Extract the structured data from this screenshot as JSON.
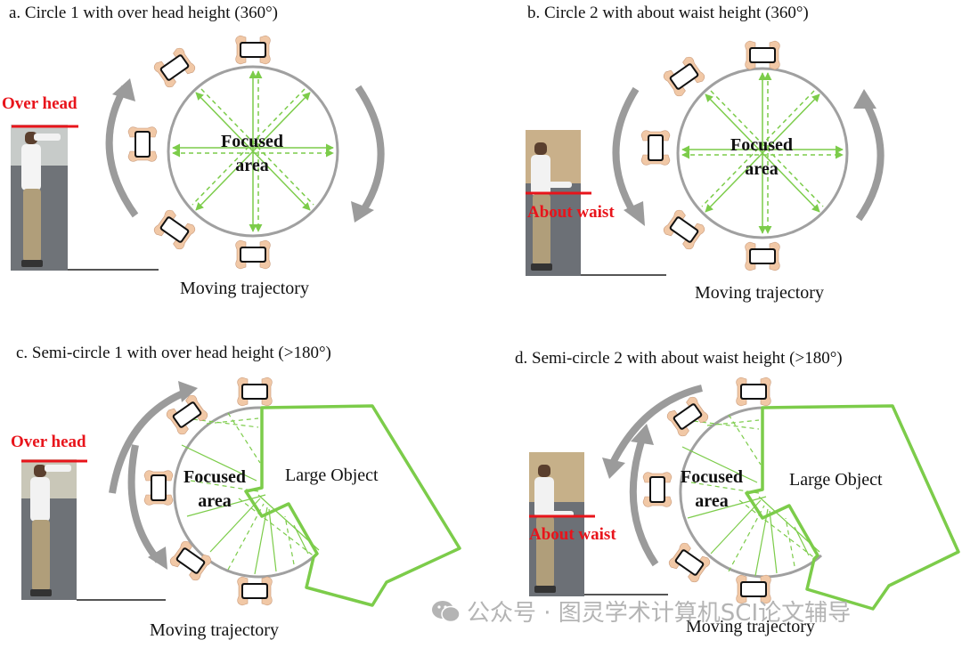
{
  "panels": {
    "a": {
      "title": "a. Circle 1 with over head height (360°)",
      "height_label": "Over head",
      "focused_label": [
        "Focused",
        "area"
      ],
      "trajectory_label": "Moving trajectory"
    },
    "b": {
      "title": "b. Circle 2 with about waist height (360°)",
      "height_label": "About waist",
      "focused_label": [
        "Focused",
        "area"
      ],
      "trajectory_label": "Moving trajectory"
    },
    "c": {
      "title": "c. Semi-circle 1 with over head height (>180°)",
      "height_label": "Over head",
      "focused_label": [
        "Focused",
        "area"
      ],
      "object_label": "Large Object",
      "trajectory_label": "Moving trajectory"
    },
    "d": {
      "title": "d. Semi-circle 2 with about waist height (>180°)",
      "height_label": "About waist",
      "focused_label": [
        "Focused",
        "area"
      ],
      "object_label": "Large Object",
      "trajectory_label": "Moving trajectory"
    }
  },
  "watermark": "公众号 · 图灵学术计算机SCI论文辅导",
  "colors": {
    "circle": "#a0a0a0",
    "arrow": "#9b9b9b",
    "green": "#7ccc4a",
    "red": "#e8141b"
  }
}
